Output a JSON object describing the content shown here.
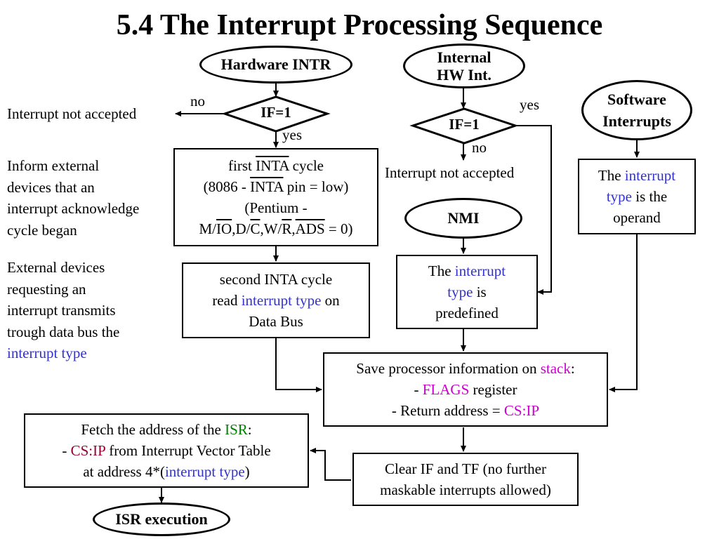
{
  "title": "5.4 The Interrupt Processing Sequence",
  "ovals": {
    "hardware_intr": "Hardware INTR",
    "internal_hw_line1": "Internal",
    "internal_hw_line2": "HW Int.",
    "software_line1": "Software",
    "software_line2": "Interrupts",
    "nmi": "NMI",
    "isr_execution": "ISR execution"
  },
  "decisions": {
    "left": "IF=1",
    "right": "IF=1"
  },
  "edge_labels": {
    "left_no": "no",
    "left_yes": "yes",
    "right_yes": "yes",
    "right_no": "no"
  },
  "not_accepted": {
    "left": "Interrupt not accepted",
    "right": "Interrupt not accepted"
  },
  "boxes": {
    "first_inta": {
      "first": "first ",
      "inta": "INTA",
      "cycle": " cycle",
      "line2_a": "(8086 - ",
      "line2_inta": "INTA",
      "line2_b": " pin = low)",
      "line3": "(Pentium -",
      "m": "M/",
      "io": "IO",
      "dc": ",D/",
      "c": "C",
      "wr": ",W/",
      "r": "R",
      "comma": ",",
      "ads": "ADS",
      "end": " = 0)"
    },
    "second_inta": {
      "line1": "second INTA cycle",
      "read": "read ",
      "interrupt_type": "interrupt type",
      "on": " on",
      "line3": "Data Bus"
    },
    "predefined": {
      "the": "The ",
      "interrupt": "interrupt",
      "type": "type",
      "is": " is",
      "line3": "predefined"
    },
    "software_type": {
      "the": "The ",
      "interrupt": "interrupt",
      "type": "type",
      "is_the": " is the",
      "line3": "operand"
    },
    "save_info": {
      "line1": "Save processor information on ",
      "stack": "stack",
      "colon": ":",
      "dash1": "- ",
      "flags": "FLAGS",
      "register": " register",
      "line3": "- Return address = ",
      "csip": "CS:IP"
    },
    "clear_if": {
      "line1": "Clear IF and TF (no further",
      "line2": "maskable interrupts allowed)"
    },
    "fetch_isr": {
      "line1": "Fetch the address of the ",
      "isr": "ISR",
      "colon": ":",
      "dash": "- ",
      "csip": "CS:IP",
      "from": " from Interrupt Vector Table",
      "at": "at address 4*(",
      "interrupt_type": "interrupt type",
      "close": ")"
    }
  },
  "notes": {
    "inform": [
      "Inform external",
      "devices that an",
      "interrupt acknowledge",
      "cycle began"
    ],
    "external": [
      "External devices",
      "requesting an",
      "interrupt transmits",
      "trough data bus the"
    ],
    "external_colored": "interrupt type"
  },
  "colors": {
    "keyword_blue": "#3333cc",
    "keyword_magenta": "#cc00cc",
    "keyword_green": "#008000",
    "keyword_red": "#990033"
  }
}
